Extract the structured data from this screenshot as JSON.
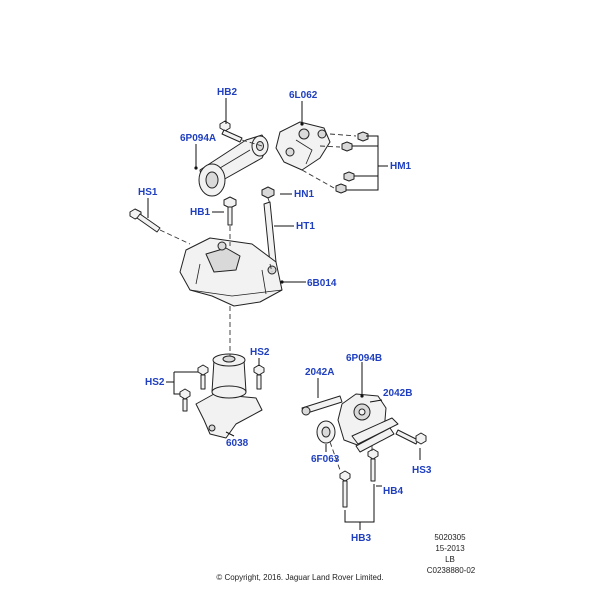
{
  "diagram": {
    "labels": {
      "hb2_top": "HB2",
      "l062": "6L062",
      "p094a": "6P094A",
      "hm1": "HM1",
      "hs1": "HS1",
      "hn1": "HN1",
      "hb1": "HB1",
      "ht1": "HT1",
      "b014": "6B014",
      "hs2_right": "HS2",
      "p094b": "6P094B",
      "a2042": "2042A",
      "hs2_left": "HS2",
      "b2042": "2042B",
      "n6038": "6038",
      "f063": "6F063",
      "hs3": "HS3",
      "hb4": "HB4",
      "hb3": "HB3"
    }
  },
  "footer": {
    "ref_number": "5020305",
    "date_code": "15-2013",
    "lb": "LB",
    "catalog_code": "C0238880-02",
    "copyright": "© Copyright, 2016. Jaguar Land Rover Limited."
  }
}
